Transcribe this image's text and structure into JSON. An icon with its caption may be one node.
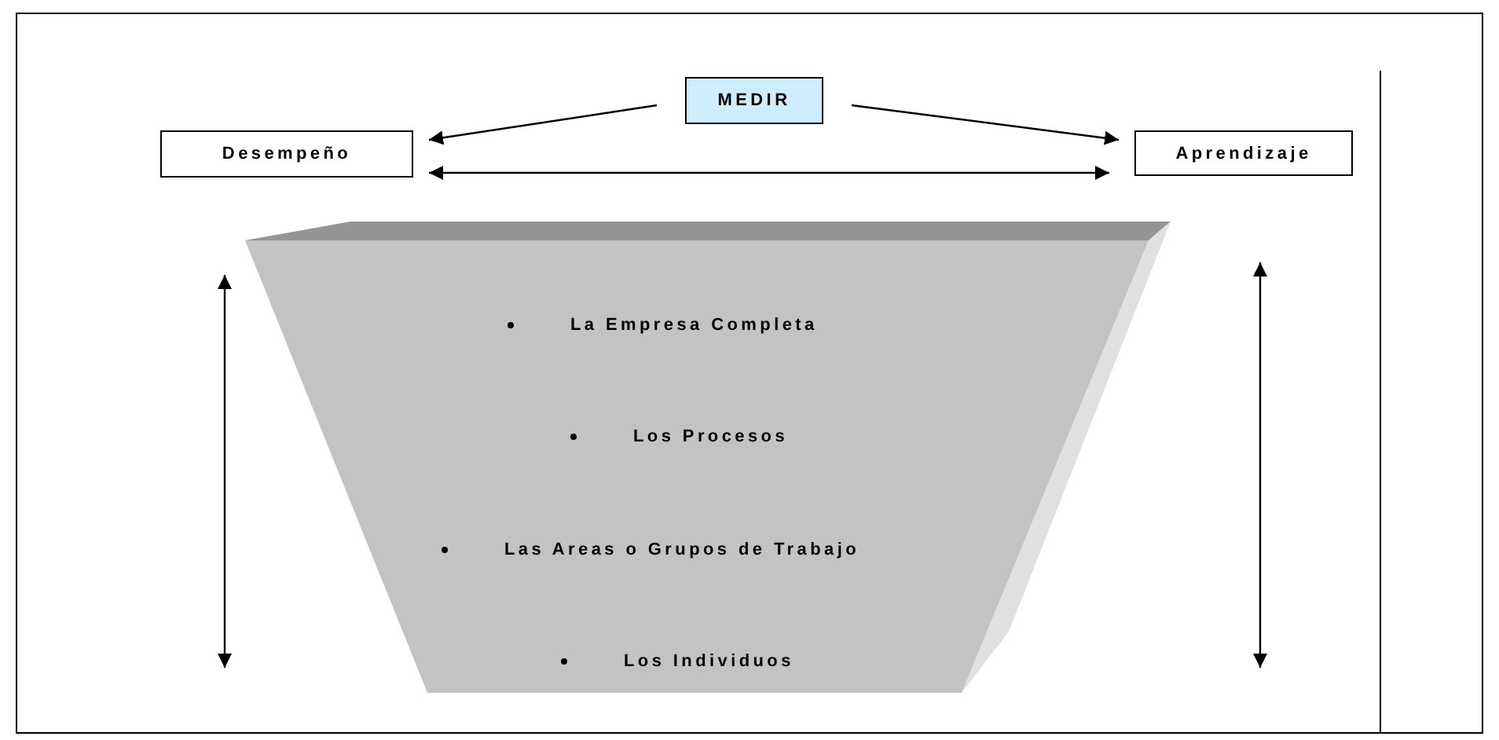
{
  "diagram": {
    "nodes": [
      {
        "text": [
          "MEDIR"
        ]
      },
      {
        "text": [
          "Desempeño"
        ]
      },
      {
        "text": [
          "Aprendizaje"
        ]
      },
      {
        "text": [
          "La Empresa Completa",
          "Los Procesos",
          "Las Areas  o Grupos de Trabajo",
          "Los Individuos"
        ]
      }
    ],
    "edges": [
      {
        "from": 0,
        "to": 1,
        "arrow": "to"
      },
      {
        "from": 0,
        "to": 2,
        "arrow": "to"
      },
      {
        "from": 1,
        "to": 2,
        "arrow": "both"
      }
    ]
  }
}
